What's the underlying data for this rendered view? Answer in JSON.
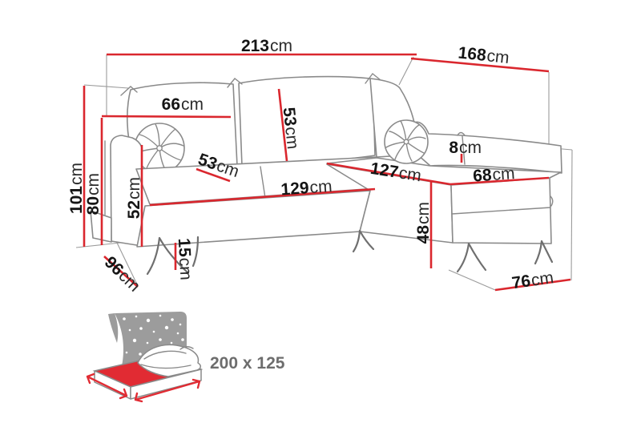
{
  "diagram": {
    "kind": "corner-sofa-dimension-drawing",
    "colors": {
      "dimension_red": "#da272e",
      "outline_gray": "#8a8a8a",
      "label_black": "#151515",
      "icon_gray": "#9c9c9c",
      "icon_red": "#e12b33",
      "icon_text_gray": "#6d6d6d"
    }
  },
  "dims": {
    "total_width": {
      "value": "213",
      "unit": "cm"
    },
    "total_depth": {
      "value": "168",
      "unit": "cm"
    },
    "height_total": {
      "value": "101",
      "unit": "cm"
    },
    "height_backrest": {
      "value": "80",
      "unit": "cm"
    },
    "back_cushion_width": {
      "value": "66",
      "unit": "cm"
    },
    "back_cushion_height": {
      "value": "53",
      "unit": "cm"
    },
    "armrest_height": {
      "value": "52",
      "unit": "cm"
    },
    "seat_cushion_depth": {
      "value": "53",
      "unit": "cm"
    },
    "seat_front_width": {
      "value": "129",
      "unit": "cm"
    },
    "chaise_side_length": {
      "value": "127",
      "unit": "cm"
    },
    "side_bolster_thickness": {
      "value": "8",
      "unit": "cm"
    },
    "chaise_front_width": {
      "value": "68",
      "unit": "cm"
    },
    "seat_height": {
      "value": "48",
      "unit": "cm"
    },
    "leg_height": {
      "value": "15",
      "unit": "cm"
    },
    "base_depth": {
      "value": "96",
      "unit": "cm"
    },
    "chaise_end_depth": {
      "value": "76",
      "unit": "cm"
    }
  },
  "bed": {
    "size": "200 x 125"
  }
}
